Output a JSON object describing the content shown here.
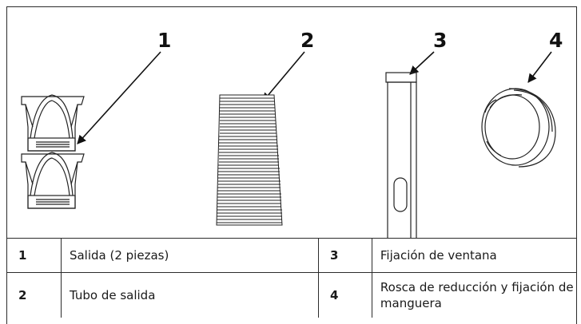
{
  "callouts": [
    "1",
    "2",
    "3",
    "4"
  ],
  "legend": {
    "rows": [
      [
        {
          "num": "1",
          "text": "Salida (2 piezas)"
        },
        {
          "num": "3",
          "text": "Fijación de ventana"
        }
      ],
      [
        {
          "num": "2",
          "text": "Tubo de salida"
        },
        {
          "num": "4",
          "text": "Rosca de reducción y fijación de manguera"
        }
      ]
    ]
  }
}
